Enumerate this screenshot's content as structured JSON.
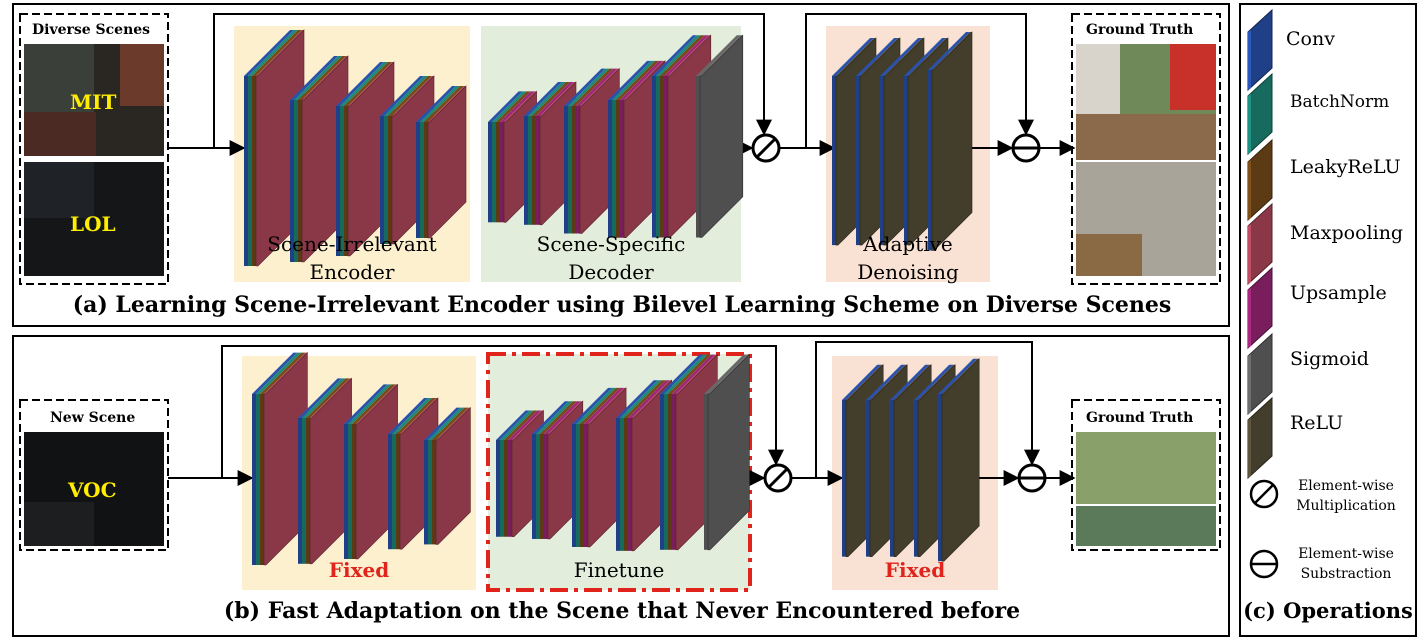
{
  "panel_a": {
    "caption": "(a) Learning Scene-Irrelevant Encoder using Bilevel Learning Scheme on Diverse Scenes",
    "input_title": "Diverse Scenes",
    "input_labels": [
      "MIT",
      "LOL"
    ],
    "blocks": [
      {
        "line1": "Scene-Irrelevant",
        "line2": "Encoder"
      },
      {
        "line1": "Scene-Specific",
        "line2": "Decoder"
      },
      {
        "line1": "Adaptive",
        "line2": "Denoising"
      }
    ],
    "output_title": "Ground Truth"
  },
  "panel_b": {
    "caption": "(b) Fast Adaptation on the Scene that Never Encountered before",
    "input_title": "New Scene",
    "input_label": "VOC",
    "blocks": [
      "Fixed",
      "Finetune",
      "Fixed"
    ],
    "output_title": "Ground Truth"
  },
  "legend": {
    "title": "(c) Operations",
    "items": [
      {
        "label": "Conv",
        "color": "#1f3f86"
      },
      {
        "label": "BatchNorm",
        "color": "#176a5e"
      },
      {
        "label": "LeakyReLU",
        "color": "#5c3a14"
      },
      {
        "label": "Maxpooling",
        "color": "#8a3848"
      },
      {
        "label": "Upsample",
        "color": "#7a1d5c"
      },
      {
        "label": "Sigmoid",
        "color": "#4f4f4f"
      },
      {
        "label": "ReLU",
        "color": "#433d2c"
      }
    ],
    "ops": [
      {
        "line1": "Element-wise",
        "line2": "Multiplication"
      },
      {
        "line1": "Element-wise",
        "line2": "Substraction"
      }
    ]
  }
}
